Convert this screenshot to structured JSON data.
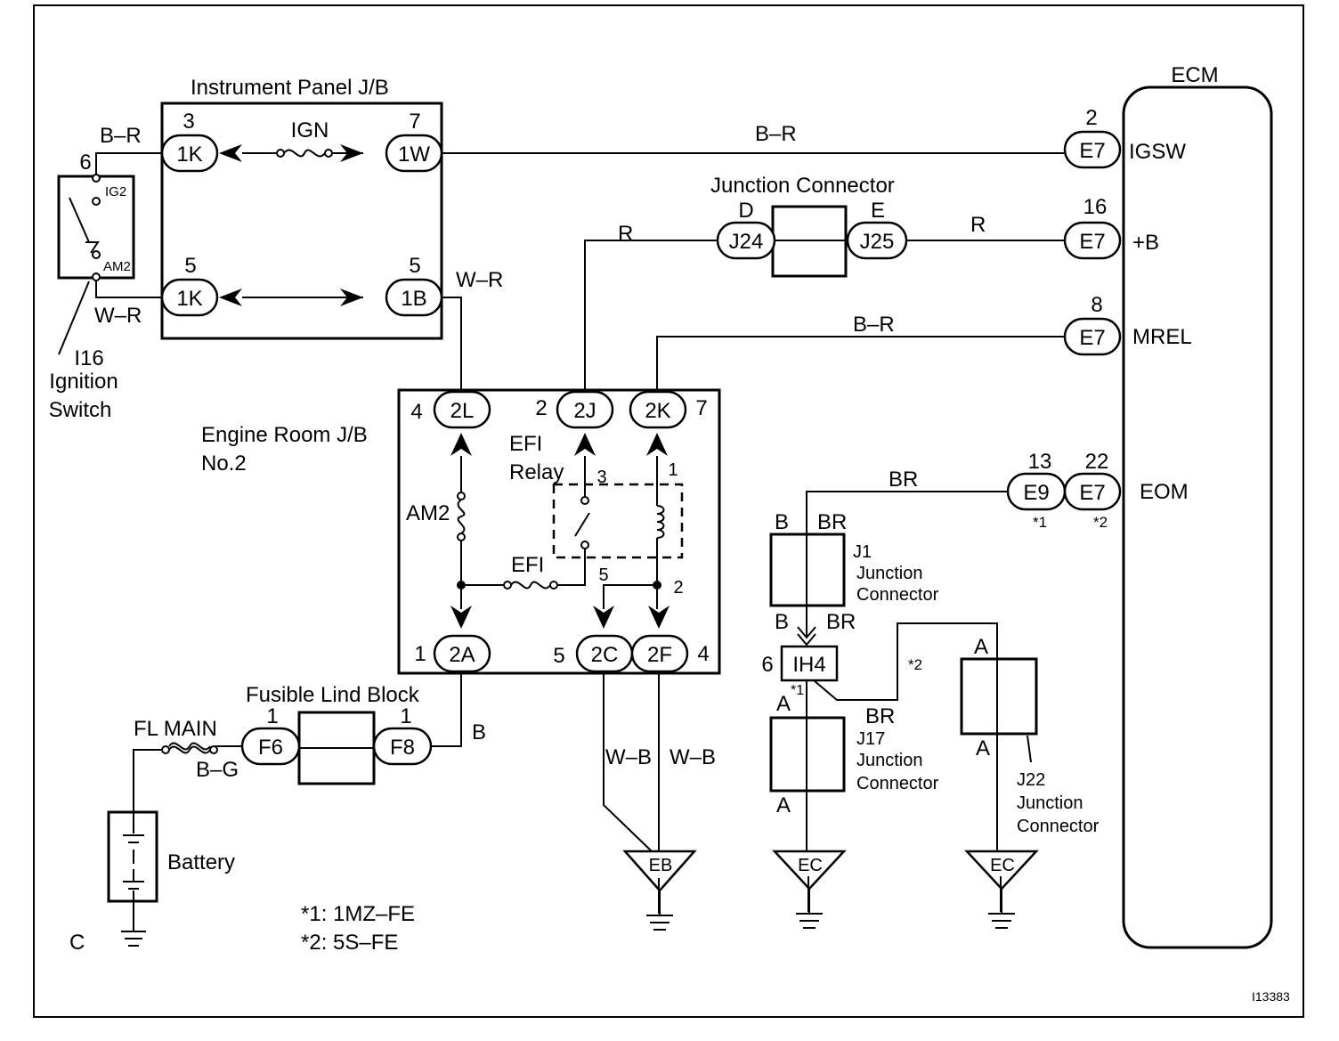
{
  "ecm": {
    "title": "ECM",
    "pins": {
      "igsw": "IGSW",
      "b": "+B",
      "mrel": "MREL",
      "eom": "EOM"
    }
  },
  "ip_jb": {
    "title": "Instrument Panel J/B",
    "fuse": "IGN"
  },
  "ignition_switch": {
    "code": "I16",
    "name_line1": "Ignition",
    "name_line2": "Switch",
    "ig2": "IG2",
    "am2": "AM2",
    "pin_top": "6"
  },
  "er_jb": {
    "title_line1": "Engine Room J/B",
    "title_line2": "No.2",
    "relay_line1": "EFI",
    "relay_line2": "Relay",
    "fuse_am2": "AM2",
    "fuse_efi": "EFI"
  },
  "fusible": {
    "title": "Fusible Lind Block",
    "fuse": "FL MAIN"
  },
  "battery": "Battery",
  "junction_connector_label": "Junction Connector",
  "connectors": {
    "k3": "1K",
    "w7": "1W",
    "k5": "1K",
    "b5": "1B",
    "l4": "2L",
    "j2": "2J",
    "k7": "2K",
    "a1": "2A",
    "c5": "2C",
    "f4": "2F",
    "f6": "F6",
    "f8": "F8",
    "j24": "J24",
    "j25": "J25",
    "e7_igsw": "E7",
    "e7_b": "E7",
    "e7_mrel": "E7",
    "e9": "E9",
    "e7_eom": "E7",
    "ih4": "IH4"
  },
  "pins": {
    "k3": "3",
    "w7": "7",
    "k5": "5",
    "b5": "5",
    "l4": "4",
    "j2": "2",
    "k7": "7",
    "a1": "1",
    "c5": "5",
    "f4": "4",
    "f6": "1",
    "f8": "1",
    "j24": "D",
    "j25": "E",
    "e7_igsw": "2",
    "e7_b": "16",
    "e7_mrel": "8",
    "e9": "13",
    "e7_eom": "22",
    "ih4": "6",
    "relay3": "3",
    "relay1": "1",
    "relay5": "5",
    "relay2": "2"
  },
  "wires": {
    "br_sw": "B–R",
    "wr_sw": "W–R",
    "wr_1b": "W–R",
    "br_igsw": "B–R",
    "r_2j": "R",
    "r_b": "R",
    "br_mrel": "B–R",
    "br_eom": "BR",
    "b_fuse": "B",
    "bg": "B–G",
    "wb1": "W–B",
    "wb2": "W–B",
    "br_j17": "BR"
  },
  "j1": {
    "code": "J1",
    "line1": "Junction",
    "line2": "Connector",
    "pin_tl": "B",
    "pin_tr": "BR",
    "pin_bl": "B",
    "pin_br": "BR"
  },
  "j17": {
    "code": "J17",
    "line1": "Junction",
    "line2": "Connector",
    "pin_top": "A",
    "pin_bottom": "A",
    "star": "*1"
  },
  "j22": {
    "code": "J22",
    "line1": "Junction",
    "line2": "Connector",
    "pin_top": "A",
    "pin_bottom": "A"
  },
  "marks": {
    "e9": "*1",
    "e7": "*2",
    "j22_wire": "*2"
  },
  "grounds": {
    "eb": "EB",
    "ec1": "EC",
    "ec2": "EC",
    "battery": "C"
  },
  "notes": {
    "n1": "*1: 1MZ–FE",
    "n2": "*2: 5S–FE"
  },
  "figure_id": "I13383"
}
